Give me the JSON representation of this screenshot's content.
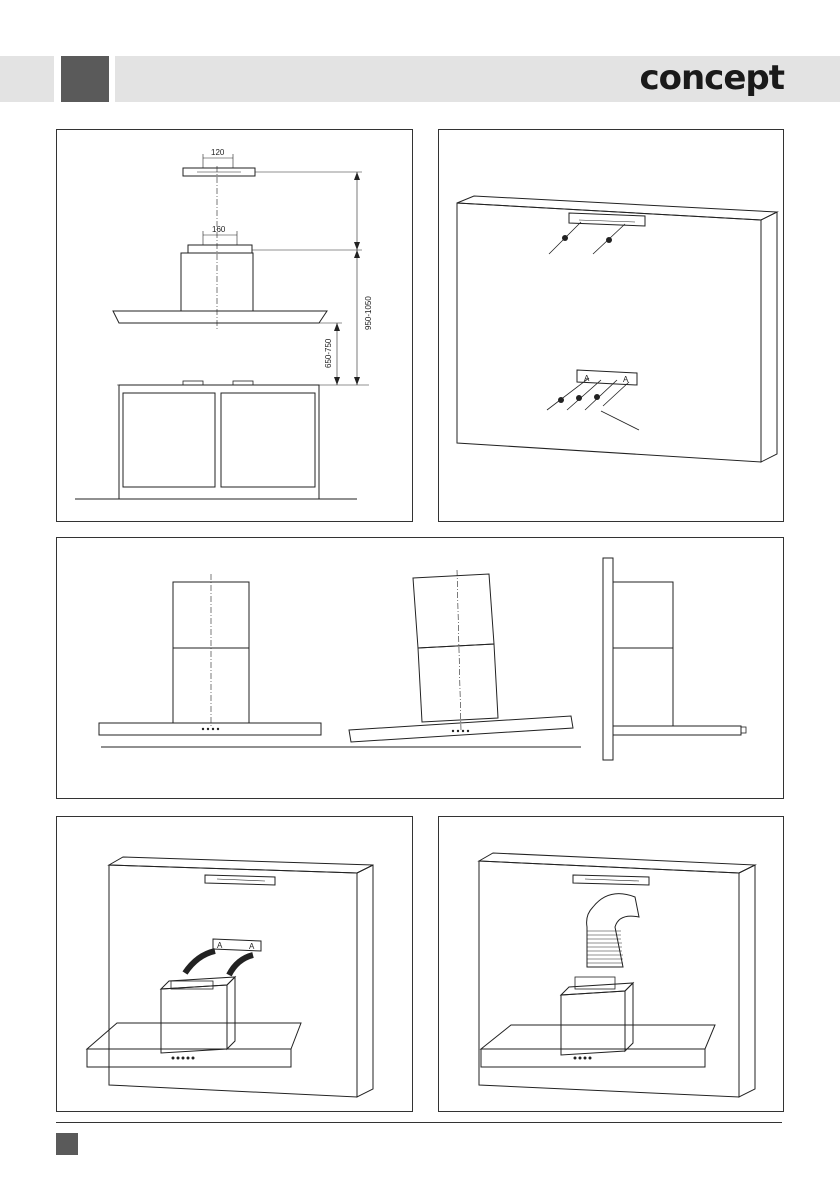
{
  "header": {
    "brand": "concept"
  },
  "panel1": {
    "dim_top": "120",
    "dim_mid": "160",
    "dim_total": "950-1050",
    "dim_hob": "650-750"
  },
  "panel2": {
    "bracket_label_left": "A",
    "bracket_label_right": "A"
  },
  "panel4": {
    "bracket_label_left": "A",
    "bracket_label_right": "A"
  }
}
